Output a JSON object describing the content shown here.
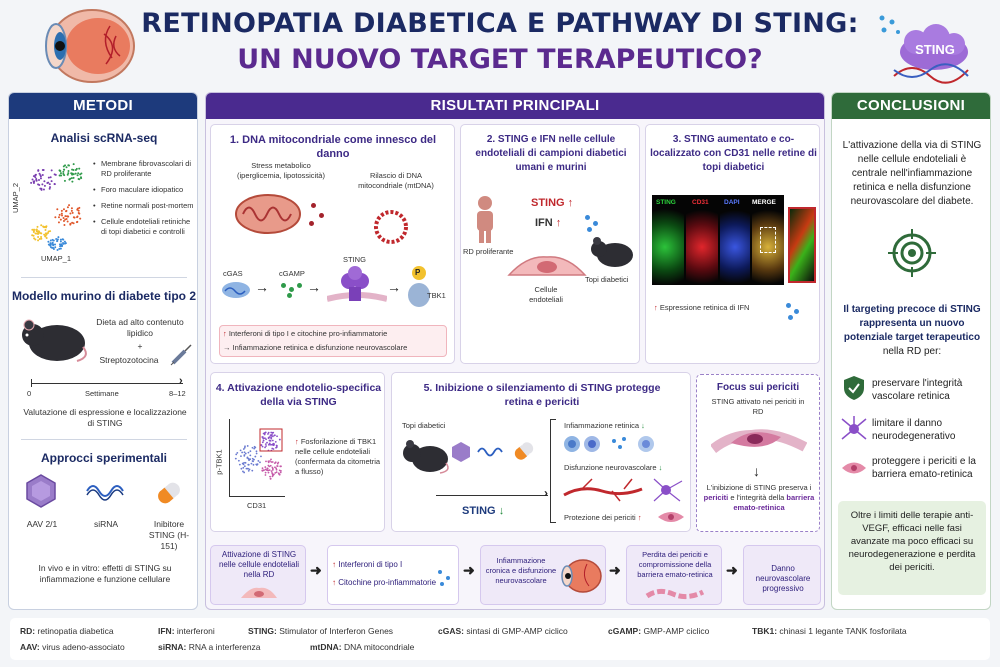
{
  "header": {
    "title_line1": "RETINOPATIA DIABETICA E PATHWAY DI STING:",
    "title_line2": "UN NUOVO TARGET TERAPEUTICO?",
    "sting_logo": "STING"
  },
  "metodi": {
    "title": "METODI",
    "scrna_title": "Analisi scRNA-seq",
    "umap_y": "UMAP_2",
    "umap_x": "UMAP_1",
    "scrna_items": [
      "Membrane fibrovascolari di RD proliferante",
      "Foro maculare idiopatico",
      "Retine normali post-mortem",
      "Cellule endoteliali retiniche di topi diabetici e controlli"
    ],
    "model_title": "Modello murino di diabete tipo 2",
    "diet": "Dieta ad alto contenuto lipidico",
    "plus": "+",
    "stz": "Streptozotocina",
    "timeline_start": "0",
    "timeline_label": "Settimane",
    "timeline_end": "8–12",
    "evaluation": "Valutazione di espressione e localizzazione di STING",
    "approach_title": "Approcci sperimentali",
    "approaches": [
      "AAV 2/1",
      "siRNA",
      "Inibitore STING (H-151)"
    ],
    "approach_note": "In vivo e in vitro: effetti di STING su infiammazione e funzione cellulare"
  },
  "risultati": {
    "title": "RISULTATI PRINCIPALI",
    "p1": {
      "title": "1. DNA mitocondriale come innesco del danno",
      "stress": "Stress metabolico (iperglicemia, lipotossicità)",
      "release": "Rilascio di DNA mitocondriale (mtDNA)",
      "cgas": "cGAS",
      "cgamp": "cGAMP",
      "sting": "STING",
      "p": "P",
      "tbk1": "TBK1",
      "out1": "Interferoni di tipo I e citochine pro-infiammatorie",
      "out2": "Infiammazione retinica e disfunzione neurovascolare"
    },
    "p2": {
      "title": "2. STING e IFN nelle cellule endoteliali di campioni diabetici umani e murini",
      "sting": "STING",
      "ifn": "IFN",
      "rd": "RD proliferante",
      "cells": "Cellule endoteliali",
      "mice": "Topi diabetici"
    },
    "p3": {
      "title": "3. STING aumentato e co-localizzato con CD31 nelle retine di topi diabetici",
      "ch_sting": "STING",
      "ch_cd31": "CD31",
      "ch_dapi": "DAPI",
      "ch_merge": "MERGE",
      "note": "Espressione retinica di IFN"
    },
    "p4": {
      "title": "4. Attivazione endotelio-specifica della via STING",
      "ylabel": "p-TBK1",
      "xlabel": "CD31",
      "note": "Fosforilazione di TBK1 nelle cellule endoteliali (confermata da citometria a flusso)"
    },
    "p5": {
      "title": "5. Inibizione o silenziamento di STING protegge retina e periciti",
      "mice": "Topi diabetici",
      "sting": "STING",
      "r1": "Infiammazione retinica",
      "r2": "Disfunzione neurovascolare",
      "r3": "Protezione dei periciti"
    },
    "p6": {
      "title": "Focus sui periciti",
      "sub": "STING attivato nei periciti in RD",
      "note_a": "L'inibizione di STING preserva i ",
      "note_b": "periciti",
      "note_c": " e l'integrità della ",
      "note_d": "barriera emato-retinica"
    },
    "flow": [
      "Attivazione di STING nelle cellule endoteliali nella RD",
      "Interferoni di tipo I",
      "Citochine pro-infiammatorie",
      "Infiammazione cronica e disfunzione neurovascolare",
      "Perdita dei periciti e compromissione della barriera emato-retinica",
      "Danno neurovascolare progressivo"
    ]
  },
  "conclusioni": {
    "title": "CONCLUSIONI",
    "intro": "L'attivazione della via di STING nelle cellule endoteliali è centrale nell'infiammazione retinica e nella disfunzione neurovascolare del diabete.",
    "target_a": "Il targeting precoce di STING rappresenta un nuovo potenziale target terapeutico",
    "target_b": "nella RD per:",
    "items": [
      "preservare l'integrità vascolare retinica",
      "limitare il danno neurodegenerativo",
      "proteggere i periciti e la barriera emato-retinica"
    ],
    "box": "Oltre i limiti delle terapie anti-VEGF, efficaci nelle fasi avanzate ma poco efficaci su neurodegenerazione e perdita dei periciti."
  },
  "legend": [
    {
      "k": "RD:",
      "v": "retinopatia diabetica"
    },
    {
      "k": "IFN:",
      "v": "interferoni"
    },
    {
      "k": "STING:",
      "v": "Stimulator of Interferon Genes"
    },
    {
      "k": "cGAS:",
      "v": "sintasi di GMP-AMP ciclico"
    },
    {
      "k": "cGAMP:",
      "v": "GMP-AMP ciclico"
    },
    {
      "k": "TBK1:",
      "v": "chinasi 1 legante TANK fosforilata"
    },
    {
      "k": "AAV:",
      "v": "virus adeno-associato"
    },
    {
      "k": "siRNA:",
      "v": "RNA a interferenza"
    },
    {
      "k": "mtDNA:",
      "v": "DNA mitocondriale"
    }
  ],
  "colors": {
    "navy": "#1b2a63",
    "purple": "#4a2a8f",
    "green": "#2f6b3a",
    "red": "#c0282d"
  }
}
